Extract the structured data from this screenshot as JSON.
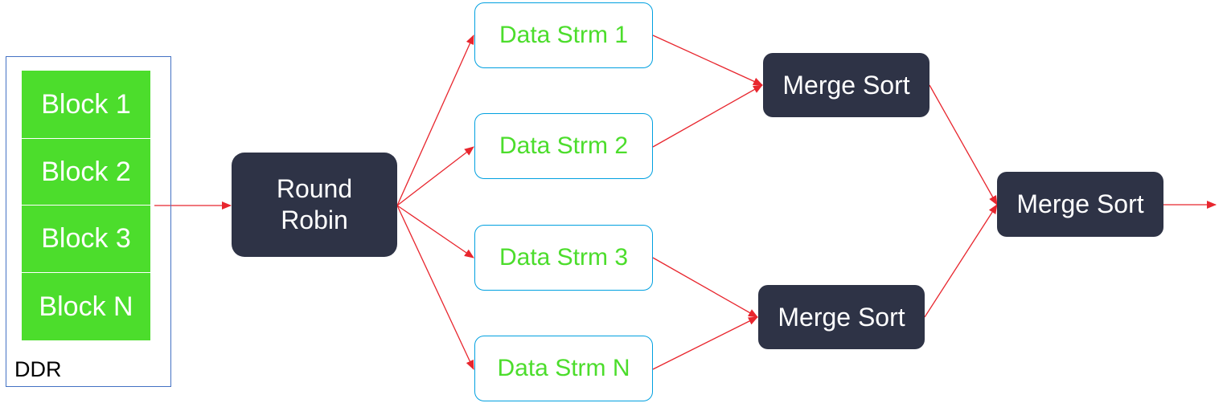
{
  "ddr": {
    "label": "DDR",
    "blocks": [
      "Block 1",
      "Block 2",
      "Block 3",
      "Block N"
    ]
  },
  "round_robin": {
    "line1": "Round",
    "line2": "Robin"
  },
  "streams": [
    "Data Strm 1",
    "Data Strm 2",
    "Data Strm 3",
    "Data Strm N"
  ],
  "merge_sorts": {
    "top": "Merge Sort",
    "bottom": "Merge Sort",
    "final": "Merge Sort"
  },
  "colors": {
    "block_fill": "#4CDD2C",
    "node_fill": "#2E3346",
    "stream_border": "#00A0E0",
    "stream_text": "#4CDD2C",
    "ddr_border": "#4472C4",
    "arrow": "#E8262E"
  }
}
